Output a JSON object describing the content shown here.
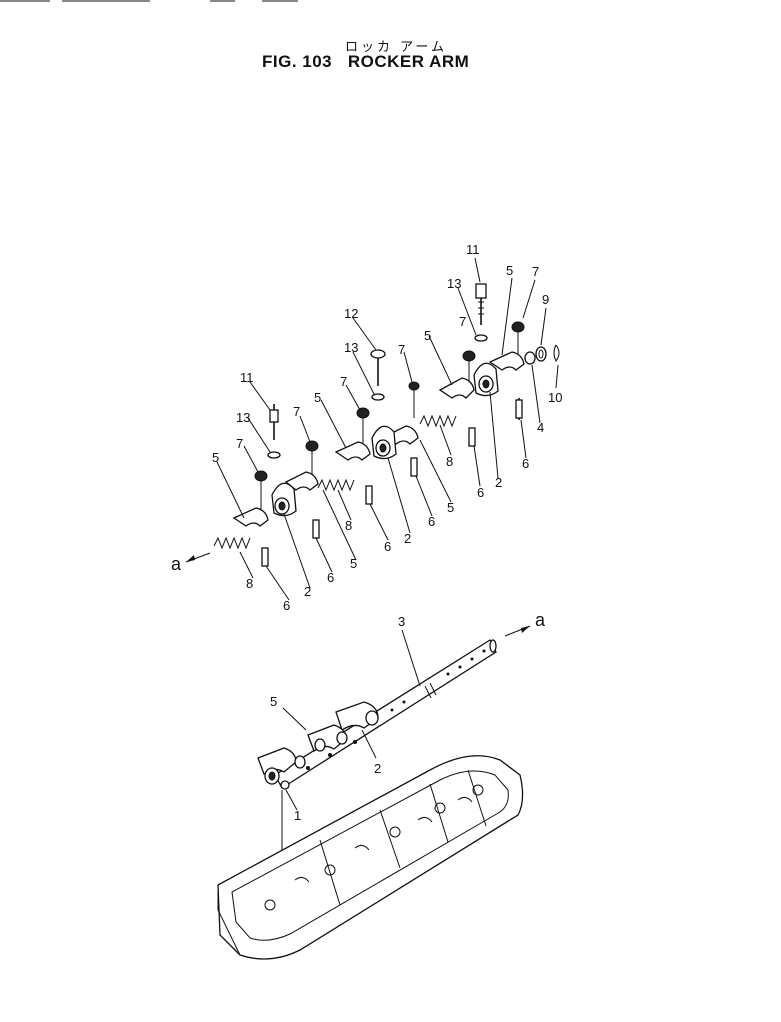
{
  "header": {
    "title_jp": "ロッカ アーム",
    "figure": "FIG. 103",
    "title": "ROCKER ARM"
  },
  "callouts": {
    "c11": "11",
    "c5": "5",
    "c7": "7",
    "c13": "13",
    "c9": "9",
    "c12": "12",
    "c10": "10",
    "c4": "4",
    "c6": "6",
    "c2": "2",
    "c8": "8",
    "c3": "3",
    "c1": "1",
    "arrow_a": "a"
  }
}
